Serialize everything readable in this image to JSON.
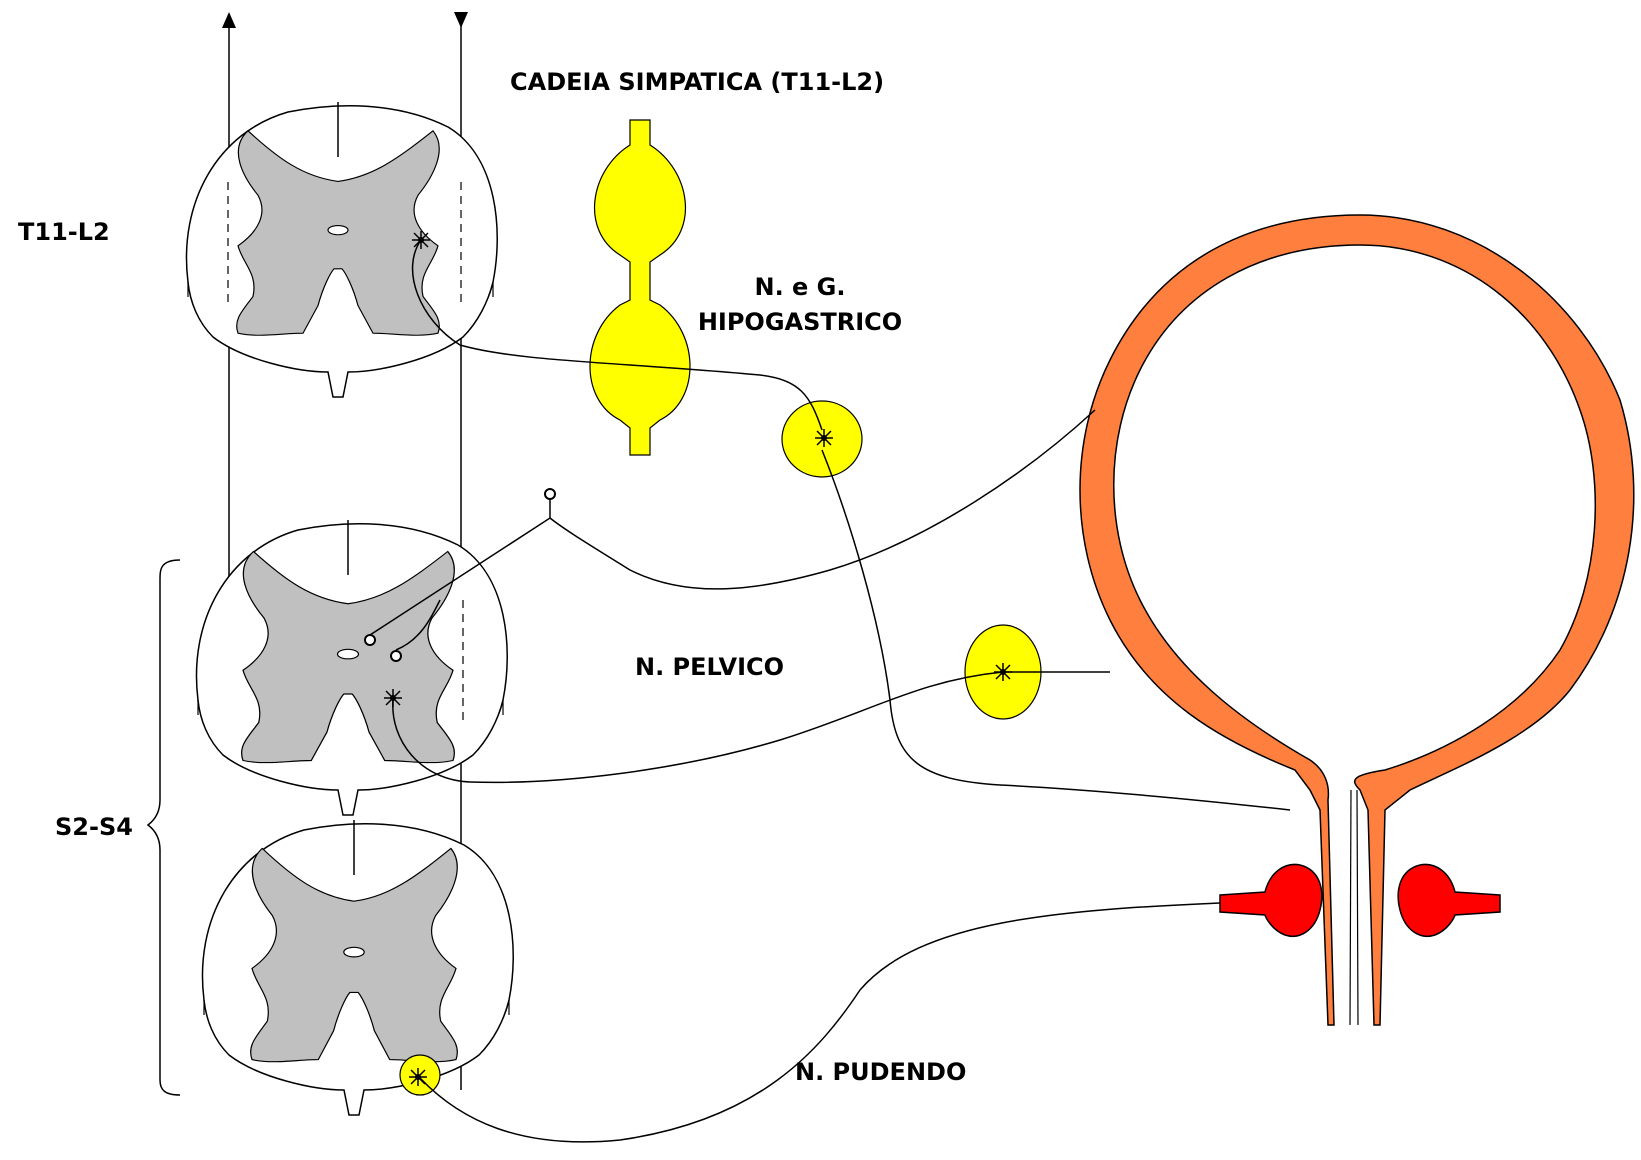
{
  "labels": {
    "level_upper": "T11-L2",
    "level_lower": "S2-S4",
    "sympathetic_chain": "CADEIA SIMPATICA (T11-L2)",
    "hypogastric_line1": "N. e G.",
    "hypogastric_line2": "HIPOGASTRICO",
    "pelvic": "N. PELVICO",
    "pudendal": "N. PUDENDO"
  },
  "colors": {
    "ganglion": "#ffff00",
    "gray_matter": "#c0c0c0",
    "bladder_wall": "#ff7f3f",
    "external_sphincter": "#ff0000"
  }
}
